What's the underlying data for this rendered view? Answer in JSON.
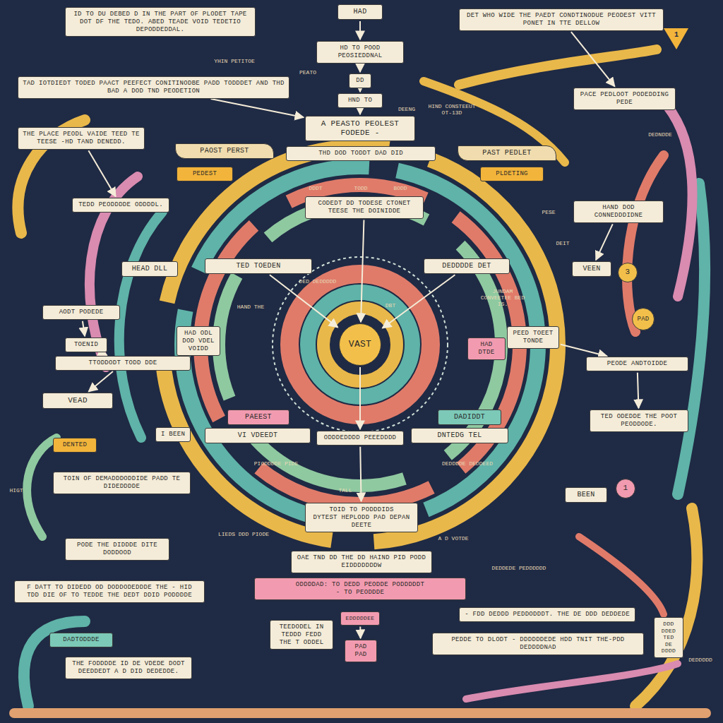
{
  "diagram": {
    "nodes": [
      {
        "text": [
          "ID TO DU DEBED D IN THE PART OF PLODET TAPE DOT DF THE TEDO. ABED TEADE VOID TEDETIO DEPODDEDDAL."
        ]
      },
      {
        "text": [
          "HAD"
        ]
      },
      {
        "text": [
          "DET WHO WIDE THE PAEDT CONDTINODUE PEODEST VITT PONET IN TTE DELLOW"
        ]
      },
      {
        "text": [
          "HD TO POOD PEOSIEDDNAL"
        ]
      },
      {
        "text": [
          "DD"
        ]
      },
      {
        "text": [
          "HND TO"
        ]
      },
      {
        "text": [
          "A PEASTO PEOLEST FODEDE -"
        ]
      },
      {
        "text": [
          "TAD IOTDIEDT TODED PAACT PEEFECT CONITINODBE PADD TODDDET AND THD BAD A DOD TND PEODETION"
        ]
      },
      {
        "text": [
          "PACE PEDLOOT PODEDDING PEDE"
        ]
      },
      {
        "text": [
          "THE PLACE PEODL VAIDE TEED TE TEESE -HD TAND DENEDD."
        ]
      },
      {
        "text": [
          "PAOST PERST"
        ]
      },
      {
        "text": [
          "PEDEST"
        ]
      },
      {
        "text": [
          "THD DOD TODDT DAD DID"
        ]
      },
      {
        "text": [
          "PAST PEDLET"
        ]
      },
      {
        "text": [
          "PLDETING"
        ]
      },
      {
        "text": [
          "CODEDT DD TODESE CTONET TEESE THE DOINIDDE"
        ]
      },
      {
        "text": [
          "TEDD PEODDDDE ODDDDL."
        ]
      },
      {
        "text": [
          "HAND DOD CONNEDDDIDNE"
        ]
      },
      {
        "text": [
          "HEAD DLL"
        ]
      },
      {
        "text": [
          "TED TOEDEN"
        ]
      },
      {
        "text": [
          "DEDDDDE DET"
        ]
      },
      {
        "text": [
          "VEEN"
        ]
      },
      {
        "text": [
          "3"
        ]
      },
      {
        "text": [
          "AODT PODEDE"
        ]
      },
      {
        "text": [
          "TOENID"
        ]
      },
      {
        "text": [
          "TTODDODT TODD DDE"
        ]
      },
      {
        "text": [
          "HAD ODL DOD VDEL VOIDD"
        ]
      },
      {
        "text": [
          "HAD DTDE"
        ]
      },
      {
        "text": [
          "VAST"
        ]
      },
      {
        "text": [
          "PEED TOEET TONDE"
        ]
      },
      {
        "text": [
          "PEODE ANDTOIDDE"
        ]
      },
      {
        "text": [
          "PAD"
        ]
      },
      {
        "text": [
          "VEAD"
        ]
      },
      {
        "text": [
          "DENTED"
        ]
      },
      {
        "text": [
          "I BEEN"
        ]
      },
      {
        "text": [
          "PAEEST"
        ]
      },
      {
        "text": [
          "VI VDEEDT"
        ]
      },
      {
        "text": [
          "DADIDDT"
        ]
      },
      {
        "text": [
          "DNTEDG TEL"
        ]
      },
      {
        "text": [
          "ODDDEDDDD PEEEDDDD"
        ]
      },
      {
        "text": [
          "TED ODEDDE THE POOT PEODDODE."
        ]
      },
      {
        "text": [
          "TOIN OF DEMADDDODDIDE PADD TE DIDEDDDDE"
        ]
      },
      {
        "text": [
          "BEEN"
        ]
      },
      {
        "text": [
          "1"
        ]
      },
      {
        "text": [
          "PODE THE DIDDDE DITE DODDOOD"
        ]
      },
      {
        "text": [
          "TOID TO PODDDIDS",
          "DYTEST HEPLODD PAD DEPAN DEETE"
        ]
      },
      {
        "text": [
          "OAE TND DD THE DD HAIND PID PODD EIDDDDDDDW"
        ]
      },
      {
        "text": [
          "ODDDDAD: TO DEDD PEODDE PODDDDDT",
          "- TO PEODDDE"
        ]
      },
      {
        "text": [
          "EDDDDDEE"
        ]
      },
      {
        "text": [
          "PAD PAD"
        ]
      },
      {
        "text": [
          "TEEDODEL IN TEDDD FEDD THE T ODDEL"
        ]
      },
      {
        "text": [
          "F DATT TO DIDEDD OD DODDODEDDDE THE - HID TDD DIE OF TO TEDDE THE DEDT DDID PODDDDE"
        ]
      },
      {
        "text": [
          "DADTODDDE"
        ]
      },
      {
        "text": [
          "THE FODDDDE ID DE VDEDE DODT DEEDDEDT A D DID DEDEDDE."
        ]
      },
      {
        "text": [
          "- FDD DEDDD PEDDODDDT. THE DE DDD DEDDEDE"
        ]
      },
      {
        "text": [
          "PEDDE TO DLODT - DDDDDDEDE HDD TNIT THE-PDD DEDDDDNAD"
        ]
      },
      {
        "text": [
          "DDD DDED TED DE DDDD"
        ]
      }
    ],
    "edges": [
      {
        "from": 1,
        "to": 3,
        "arrow": "to"
      },
      {
        "from": 3,
        "to": 4,
        "arrow": "to"
      },
      {
        "from": 4,
        "to": 5,
        "arrow": "to"
      },
      {
        "from": 5,
        "to": 6,
        "arrow": "to"
      },
      {
        "from": 7,
        "to": 6,
        "arrow": "to"
      },
      {
        "from": 2,
        "to": 8,
        "arrow": "to"
      },
      {
        "from": 9,
        "to": 16,
        "arrow": "to"
      },
      {
        "from": 17,
        "to": 21,
        "arrow": "to"
      },
      {
        "from": 15,
        "to": 28,
        "arrow": "to"
      },
      {
        "from": 19,
        "to": 28,
        "arrow": "to"
      },
      {
        "from": 20,
        "to": 28,
        "arrow": "to"
      },
      {
        "from": 28,
        "to": 39,
        "arrow": "to"
      },
      {
        "from": 39,
        "to": 45,
        "arrow": "to"
      },
      {
        "from": 23,
        "to": 24,
        "arrow": "to"
      },
      {
        "from": 24,
        "to": 25,
        "arrow": "to"
      },
      {
        "from": 25,
        "to": 32,
        "arrow": "to"
      },
      {
        "from": 29,
        "to": 30,
        "arrow": "to"
      },
      {
        "from": 30,
        "to": 40,
        "arrow": "to"
      },
      {
        "from": 48,
        "to": 49,
        "arrow": "to"
      }
    ],
    "labels": [
      "YHIN PETITOE",
      "PEATO",
      "DEENG",
      "HIND CONSTEEUT OT-13D",
      "DEDNDDE",
      "1",
      "DDDT",
      "TODD",
      "BODD",
      "PESE",
      "DEIT",
      "HAND THE",
      "DBT",
      "DED DEDDDDD",
      "JUNDAM CONVEETEE BED IS.",
      "PIODDDDE PIDE",
      "DEDDDDE DEDDEED",
      "TALL",
      "HIGT",
      "LIEDS DDD PIODE",
      "A D VOTDE",
      "DEDDEDE PEDDDDDD",
      "DEDDDDD"
    ]
  }
}
